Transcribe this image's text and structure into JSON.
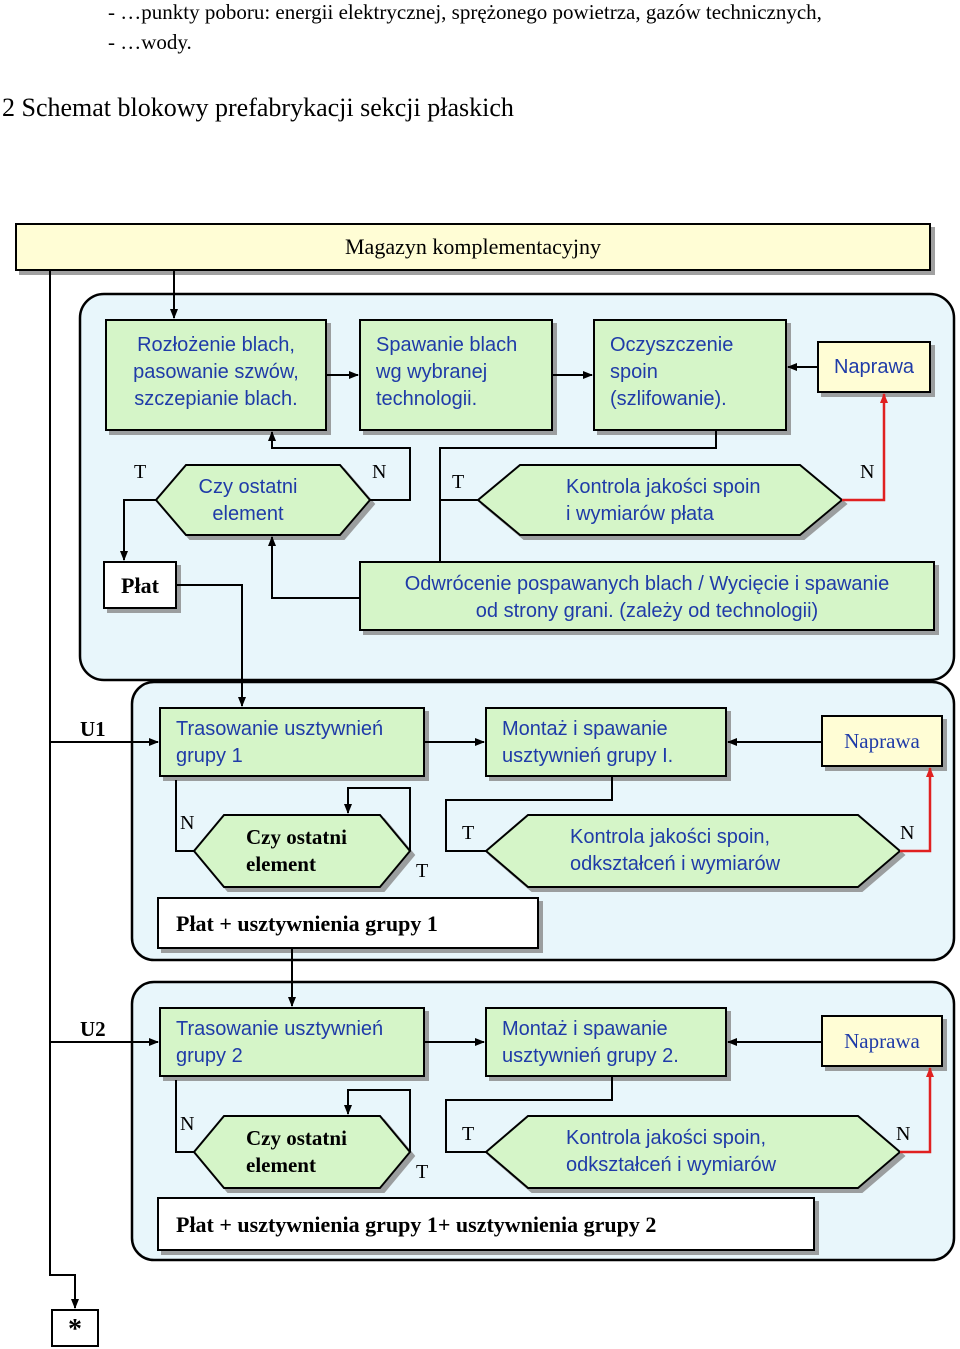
{
  "top_list": {
    "line1": "- …punkty poboru: energii elektrycznej, sprężonego powietrza, gazów technicznych,",
    "line2": "- …wody."
  },
  "section_heading": "2  Schemat blokowy prefabrykacji sekcji płaskich",
  "colors": {
    "panel_fill": "#e8f6fb",
    "green_fill": "#d5f5c8",
    "yellow_fill": "#fffdd5",
    "blue_text": "#1f3ba8",
    "red_arrow": "#e02020"
  },
  "magazyn": "Magazyn komplementacyjny",
  "stage1": {
    "rozlozenie": [
      "Rozłożenie blach,",
      "pasowanie szwów,",
      "szczepianie blach."
    ],
    "spawanie": [
      "Spawanie blach",
      "wg wybranej",
      "technologii."
    ],
    "oczyszczenie": [
      "Oczyszczenie",
      "spoin",
      "(szlifowanie)."
    ],
    "naprawa": "Naprawa",
    "czy_ostatni": [
      "Czy ostatni",
      "element"
    ],
    "kontrola": [
      "Kontrola jakości spoin",
      "i wymiarów płata"
    ],
    "plat": "Płat",
    "odwrocenie": [
      "Odwrócenie pospawanych blach / Wycięcie i spawanie",
      "od strony grani. (zależy od technologii)"
    ]
  },
  "stage2": {
    "label": "U1",
    "trasowanie": [
      "Trasowanie usztywnień",
      "grupy 1"
    ],
    "montaz": [
      "Montaż i spawanie",
      "usztywnień grupy I."
    ],
    "naprawa": "Naprawa",
    "czy_ostatni": [
      "Czy ostatni",
      "element"
    ],
    "kontrola": [
      "Kontrola jakości spoin,",
      "odkształceń i wymiarów"
    ],
    "result": "Płat + usztywnienia grupy 1"
  },
  "stage3": {
    "label": "U2",
    "trasowanie": [
      "Trasowanie usztywnień",
      "grupy 2"
    ],
    "montaz": [
      "Montaż i spawanie",
      "usztywnień grupy 2."
    ],
    "naprawa": "Naprawa",
    "czy_ostatni": [
      "Czy ostatni",
      "element"
    ],
    "kontrola": [
      "Kontrola jakości spoin,",
      "odkształceń i wymiarów"
    ],
    "result": "Płat + usztywnienia grupy 1+ usztywnienia grupy 2"
  },
  "decision_labels": {
    "yes": "T",
    "no": "N"
  },
  "terminator": "*"
}
